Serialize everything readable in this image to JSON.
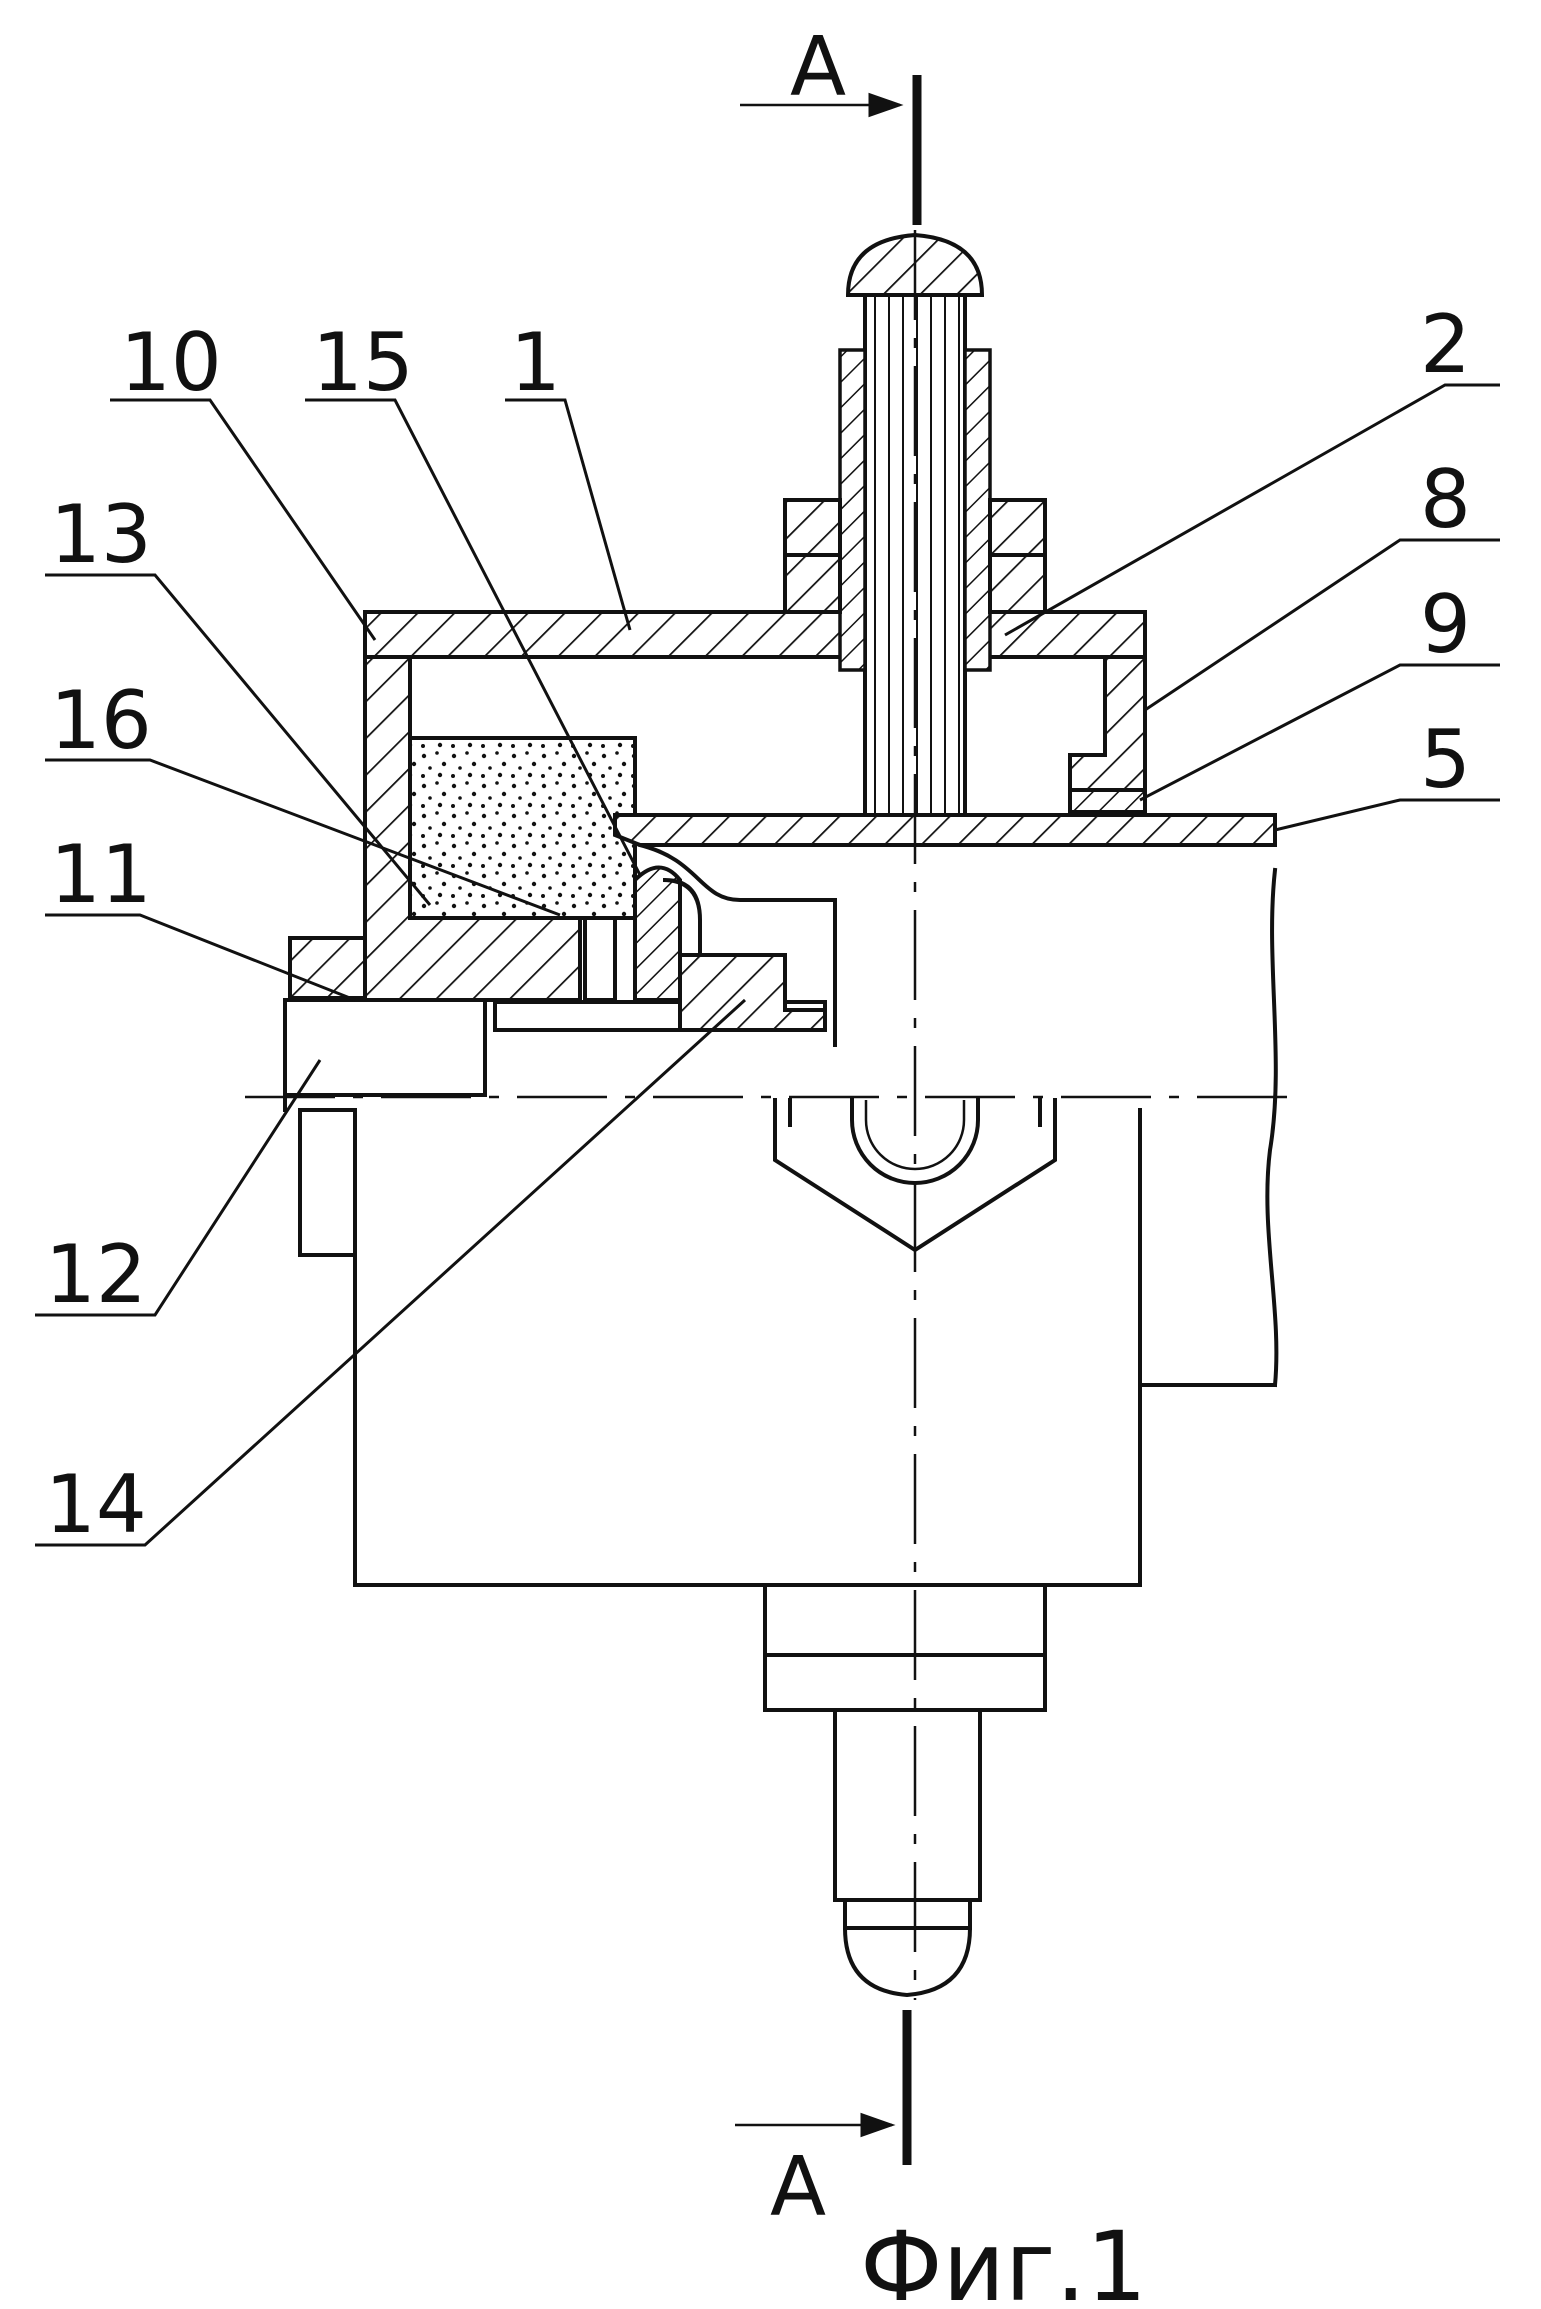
{
  "section_marks": {
    "top": "A",
    "bottom": "A"
  },
  "figure_caption": "Фиг.1",
  "callouts": {
    "c10": "10",
    "c15": "15",
    "c1": "1",
    "c2": "2",
    "c13": "13",
    "c8": "8",
    "c16": "16",
    "c9": "9",
    "c11": "11",
    "c5": "5",
    "c12": "12",
    "c14": "14"
  },
  "colors": {
    "ink": "#111111",
    "paper": "#ffffff"
  }
}
